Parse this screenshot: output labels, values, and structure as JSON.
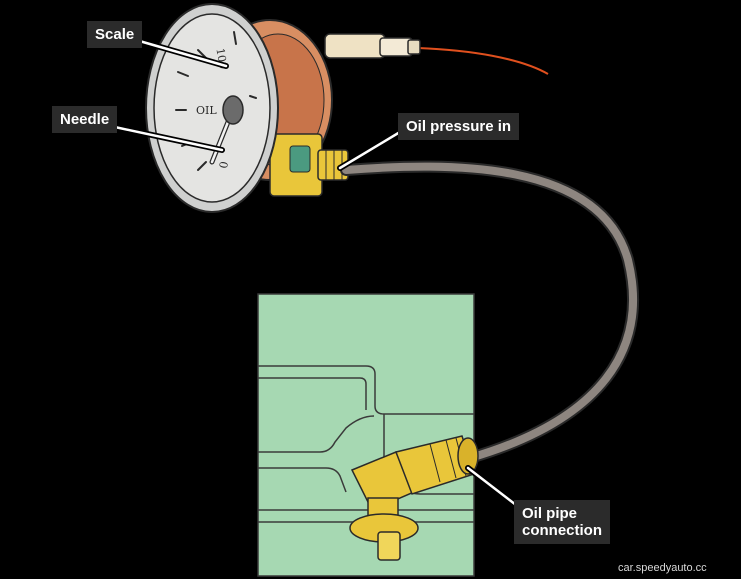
{
  "labels": {
    "scale": "Scale",
    "needle": "Needle",
    "oil_pressure_in": "Oil pressure in",
    "oil_pipe_connection": "Oil pipe\nconnection"
  },
  "gauge": {
    "scale_marks": [
      "100",
      "OIL",
      "0"
    ]
  },
  "credit": "car.speedyauto.cc",
  "colors": {
    "background": "#000000",
    "callout_bg": "#2b2b2b",
    "callout_text": "#ffffff",
    "engine_block": "#a6d8b2",
    "brass_fitting": "#e9c63a",
    "pipe": "#8e8680",
    "wire": "#e0501e",
    "gauge_face": "#e4e4e2"
  }
}
